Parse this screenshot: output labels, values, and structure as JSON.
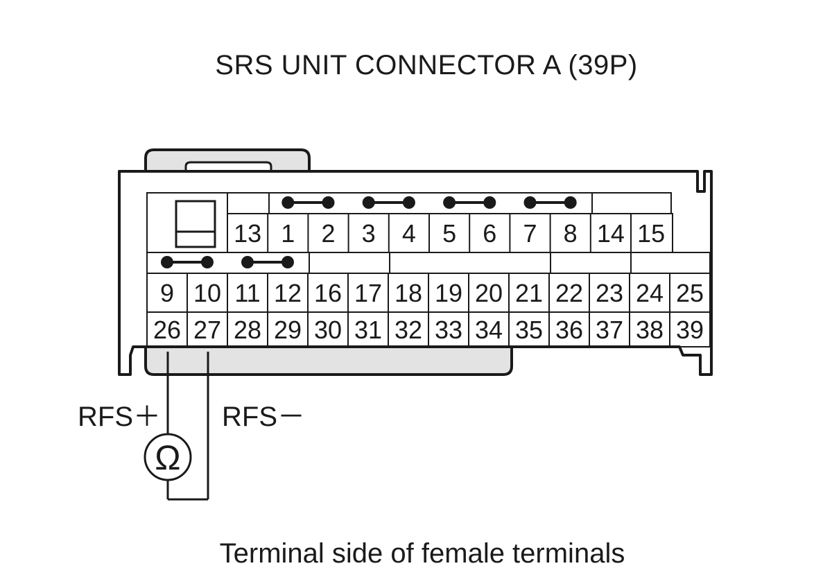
{
  "title": "SRS UNIT CONNECTOR A (39P)",
  "caption": "Terminal side of female terminals",
  "probes": {
    "plus_label": "RFS＋",
    "minus_label": "RFS－",
    "meter_symbol": "Ω"
  },
  "connector": {
    "row1": [
      "13",
      "1",
      "2",
      "3",
      "4",
      "5",
      "6",
      "7",
      "8",
      "14",
      "15"
    ],
    "row2": [
      "9",
      "10",
      "11",
      "12",
      "16",
      "17",
      "18",
      "19",
      "20",
      "21",
      "22",
      "23",
      "24",
      "25"
    ],
    "row3": [
      "26",
      "27",
      "28",
      "29",
      "30",
      "31",
      "32",
      "33",
      "34",
      "35",
      "36",
      "37",
      "38",
      "39"
    ]
  },
  "colors": {
    "line": "#1a1a1a",
    "housing_fill": "#e3e3e3",
    "background": "#ffffff"
  }
}
